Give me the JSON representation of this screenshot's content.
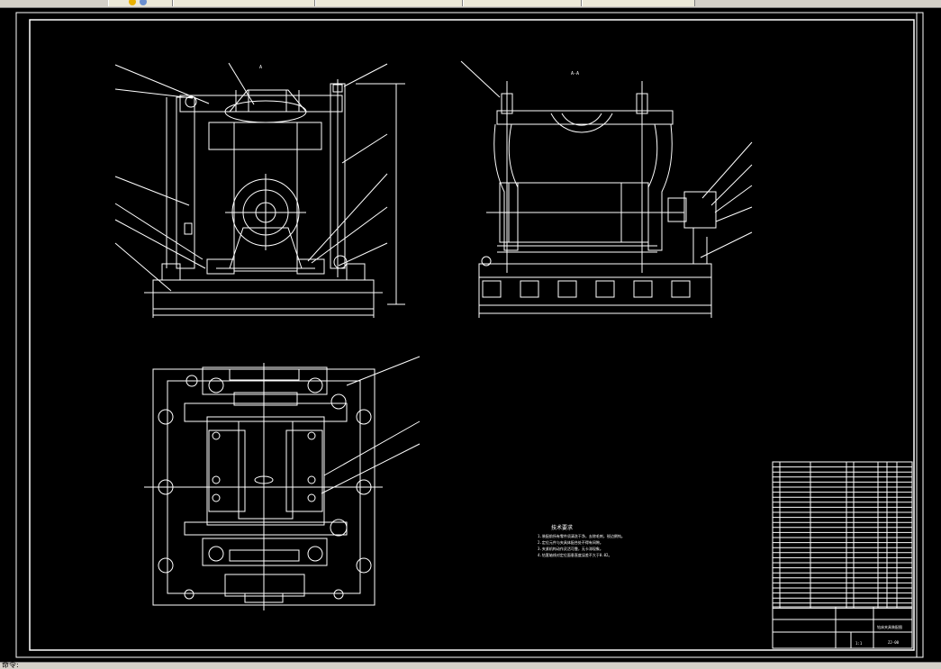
{
  "toolbar": {
    "segments": [
      {
        "label": "",
        "icon": "layer-icon"
      },
      {
        "label": "",
        "icon": "properties-icon"
      },
      {
        "label": "",
        "icon": "linetype-icon"
      },
      {
        "label": "",
        "icon": "lineweight-icon"
      },
      {
        "label": "",
        "icon": "plotstyle-icon"
      }
    ]
  },
  "status": {
    "command_prompt": "命令:"
  },
  "colors": {
    "background": "#000000",
    "line": "#ffffff",
    "ui_gray": "#d4d0c8"
  },
  "drawing": {
    "title_block": {
      "drawing_name": "钻床夹具装配图",
      "drawing_number": "ZJ-00",
      "scale": "1:1"
    },
    "tech_requirements": {
      "heading": "技术要求",
      "lines": [
        "1.装配前所有零件须清洗干净，去除毛刺，锐边倒钝。",
        "2.定位元件与夹具体配合处不得有间隙。",
        "3.夹紧机构动作灵活可靠，无卡滞现象。",
        "4.钻套轴线对定位面垂直度误差不大于0.02。"
      ]
    }
  }
}
